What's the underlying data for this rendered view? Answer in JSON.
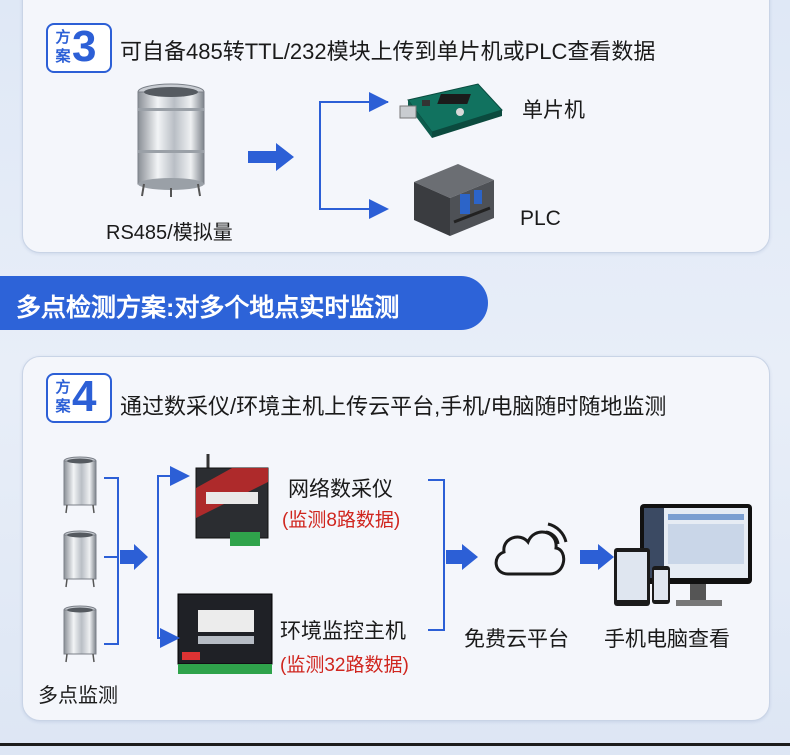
{
  "plan3": {
    "badge_text": "方案",
    "badge_num": "3",
    "heading": "可自备485转TTL/232模块上传到单片机或PLC查看数据",
    "sensor_label": "RS485/模拟量",
    "target_mcu": "单片机",
    "target_plc": "PLC"
  },
  "banner": {
    "title": "多点检测方案:对多个地点实时监测"
  },
  "plan4": {
    "badge_text": "方案",
    "badge_num": "4",
    "heading": "通过数采仪/环境主机上传云平台,手机/电脑随时随地监测",
    "sensors_label": "多点监测",
    "device1_name": "网络数采仪",
    "device1_note": "(监测8路数据)",
    "device2_name": "环境监控主机",
    "device2_note": "(监测32路数据)",
    "cloud_label": "免费云平台",
    "view_label": "手机电脑查看"
  },
  "colors": {
    "accent_blue": "#2c5fd6",
    "note_red": "#d0261f"
  }
}
